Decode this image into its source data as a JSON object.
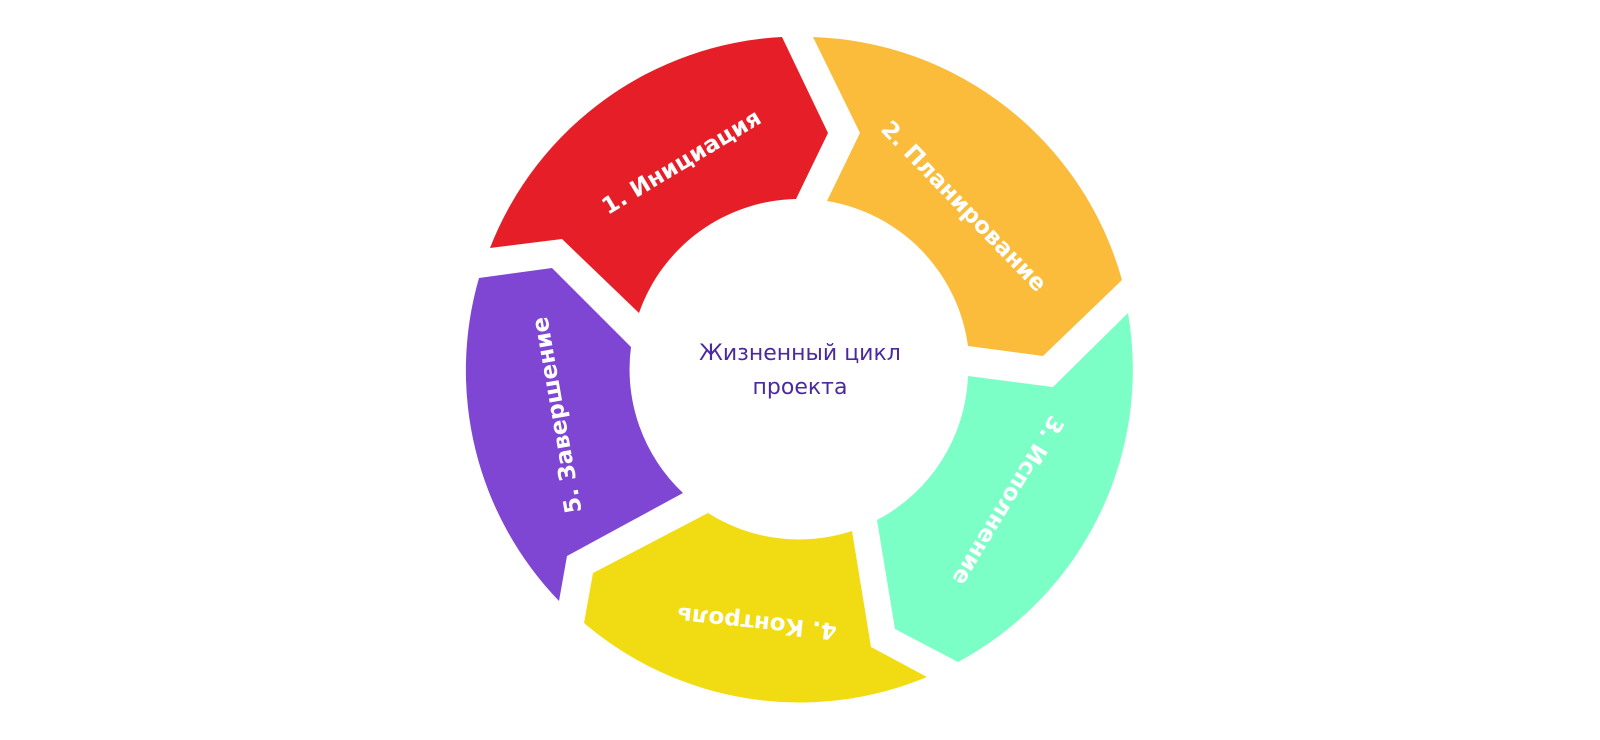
{
  "center": {
    "line1": "Жизненный цикл",
    "line2": "проекта",
    "color": "#4b2aa0"
  },
  "stages": [
    {
      "label": "1. Инициация",
      "color": "#e61e27"
    },
    {
      "label": "2. Планирование",
      "color": "#fabc3a"
    },
    {
      "label": "3. Исполнение",
      "color": "#7bffc7"
    },
    {
      "label": "4. Контроль",
      "color": "#f1dc13"
    },
    {
      "label": "5. Завершение",
      "color": "#7f46d3"
    }
  ]
}
